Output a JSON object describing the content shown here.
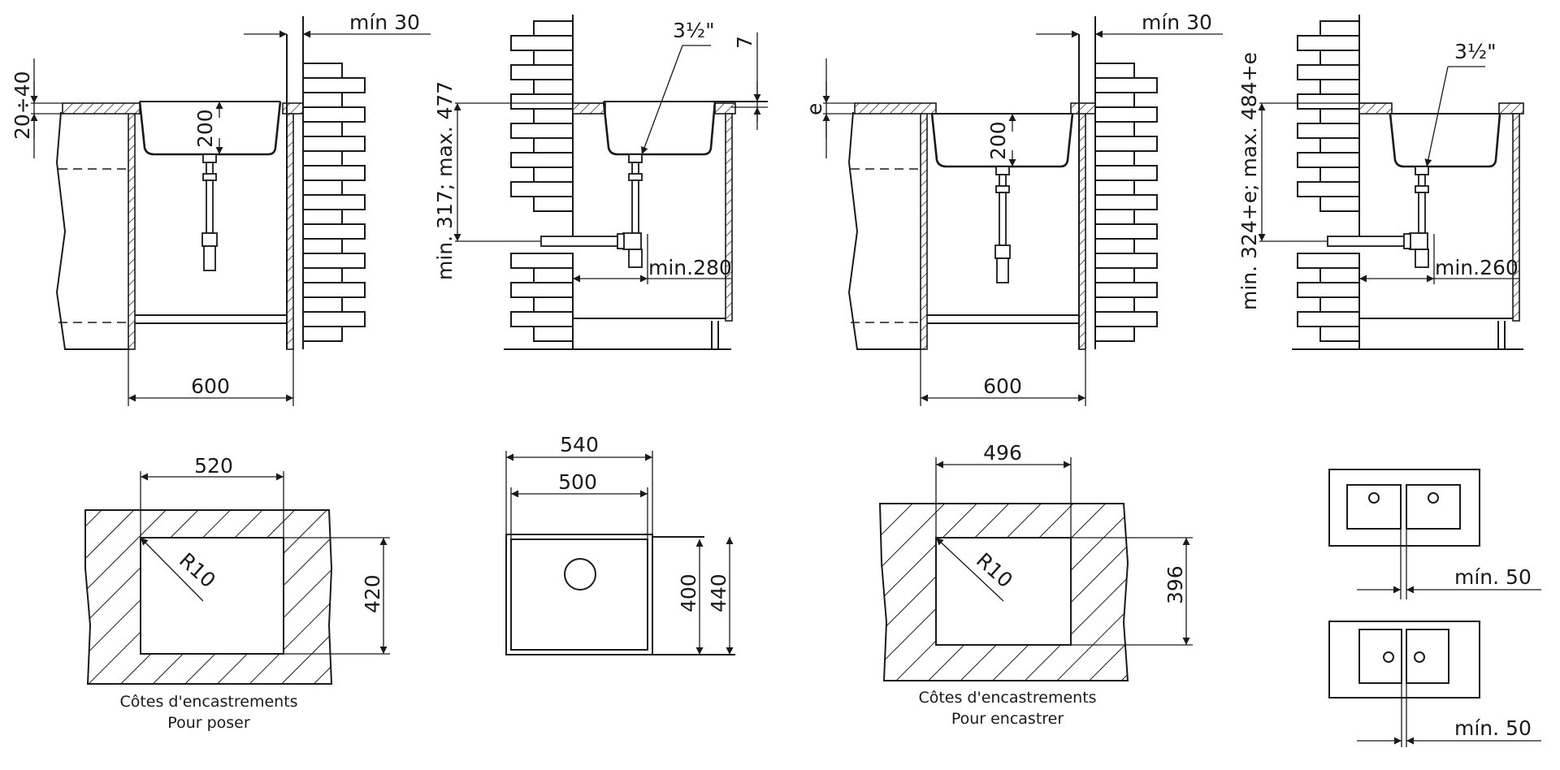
{
  "colors": {
    "line": "#1a1a1a",
    "background": "#ffffff"
  },
  "views": {
    "section1": {
      "min_right": "mín 30",
      "top_thickness": "20÷40",
      "bowl_depth": "200",
      "cabinet_width": "600"
    },
    "section2": {
      "waste_size": "3½\"",
      "offset": "7",
      "height_range": "min. 317; max. 477",
      "min_dist": "min.280"
    },
    "section3": {
      "min_right": "mín 30",
      "top_thickness": "e",
      "bowl_depth": "200",
      "cabinet_width": "600"
    },
    "section4": {
      "waste_size": "3½\"",
      "height_range": "min. 324+e; max. 484+e",
      "min_dist": "min.260"
    }
  },
  "cutout1": {
    "width": "520",
    "height": "420",
    "radius": "R10",
    "caption1": "Côtes d'encastrements",
    "caption2": "Pour poser"
  },
  "plan": {
    "outer_width": "540",
    "inner_width": "500",
    "inner_height": "400",
    "outer_height": "440"
  },
  "cutout2": {
    "width": "496",
    "height": "396",
    "radius": "R10",
    "caption1": "Côtes d'encastrements",
    "caption2": "Pour encastrer"
  },
  "spacing": {
    "label_top": "mín. 50",
    "label_bottom": "mín. 50"
  }
}
